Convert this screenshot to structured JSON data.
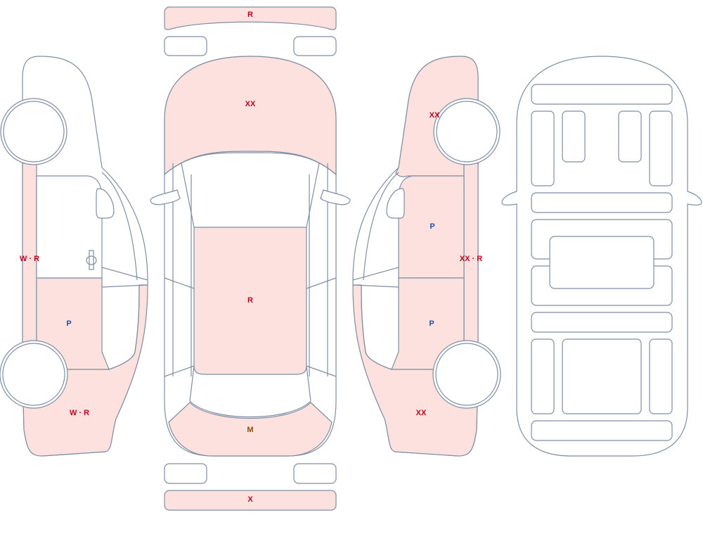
{
  "colors": {
    "outline": "#7f8ea3",
    "damaged_fill": "#fde1df",
    "undamaged_fill": "#ffffff",
    "label_red": "#c0001a",
    "label_blue": "#1f4fa8",
    "label_brown": "#8a4b08"
  },
  "labels": {
    "front_bumper": "R",
    "hood": "XX",
    "roof": "R",
    "trunk": "M",
    "rear_bumper": "X",
    "left_rocker": "W · R",
    "left_rear_door": "P",
    "left_rear_quarter": "W · R",
    "right_front_fender": "XX",
    "right_front_door": "P",
    "right_rocker": "XX · R",
    "right_rear_door": "P",
    "right_rear_quarter": "XX"
  }
}
